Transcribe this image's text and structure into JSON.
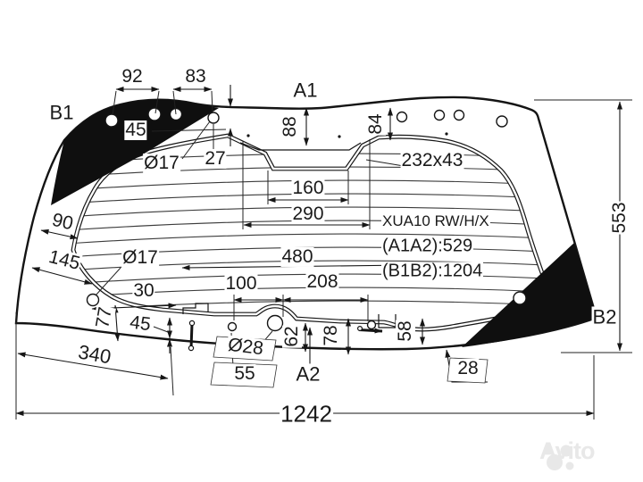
{
  "palette": {
    "background": "#ffffff",
    "ink": "#1a1a1a",
    "watermark": "#e8e8e8"
  },
  "title_block": {
    "part_code": "XUA10 RW/H/X",
    "a1a2_distance": "(A1A2):529",
    "b1b2_distance": "(B1B2):1204"
  },
  "reference_points": {
    "a1": "A1",
    "a2": "A2",
    "b1": "B1",
    "b2": "B2"
  },
  "dimensions": {
    "top_hole_pitch_left": "92",
    "top_hole_pitch_right": "83",
    "top_edge_offset": "45",
    "top_hole_diameter": "Ø17",
    "top_hole_inset": "27",
    "upper_center_drop": "88",
    "upper_right_drop": "84",
    "stoplamp_notch": "232x43",
    "notch_inner_width": "160",
    "notch_outer_width": "290",
    "defroster_width": "480",
    "lower_span_left": "100",
    "lower_span_right": "208",
    "left_band_width": "90",
    "left_band_length": "145",
    "lower_hole_diameter": "Ø17",
    "lower_hole_offset": "30",
    "lower_left_step": "45",
    "lower_left_height": "77",
    "bottom_left_span": "340",
    "wiper_hole_diameter": "Ø28",
    "wiper_hole_offset": "55",
    "center_drop": "62",
    "lower_center_height": "78",
    "lower_right_height": "58",
    "corner_offset": "28",
    "overall_height": "553",
    "overall_width": "1242"
  },
  "watermark": {
    "text": "Avito"
  }
}
